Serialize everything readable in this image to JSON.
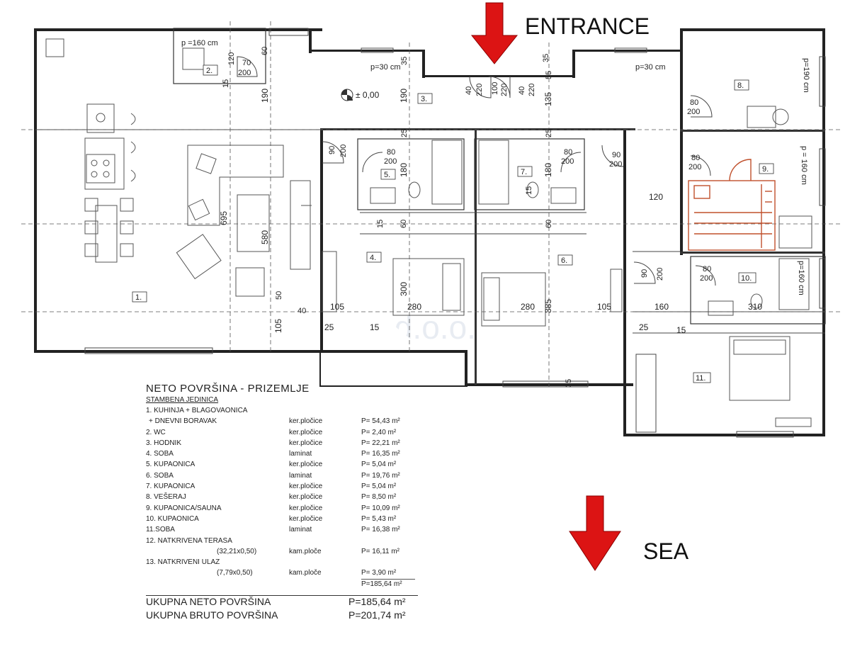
{
  "labels": {
    "entrance": "ENTRANCE",
    "sea": "SEA",
    "level": "± 0,00",
    "watermark": "Eternium d.o.o."
  },
  "rooms": [
    {
      "num": "1."
    },
    {
      "num": "2."
    },
    {
      "num": "3."
    },
    {
      "num": "4."
    },
    {
      "num": "5."
    },
    {
      "num": "6."
    },
    {
      "num": "7."
    },
    {
      "num": "8."
    },
    {
      "num": "9."
    },
    {
      "num": "10."
    },
    {
      "num": "11."
    }
  ],
  "dims": {
    "p160": "p =160 cm",
    "p30a": "p=30 cm",
    "p30b": "p=30 cm",
    "p190": "p=190 cm",
    "p160b": "p = 160 cm",
    "p160c": "p=160 cm",
    "d70": "70",
    "d200a": "200",
    "d120a": "120",
    "d60": "60",
    "d15a": "15",
    "d190a": "190",
    "d190b": "190",
    "d35a": "35",
    "d35b": "35",
    "d55": "55",
    "d40a": "40",
    "d220a": "220",
    "d100": "100",
    "d220b": "220",
    "d40b": "40",
    "d220c": "220",
    "d135": "135",
    "d25a": "25",
    "d25b": "25",
    "d90a": "90",
    "d200b": "200",
    "d80a": "80",
    "d200c": "200",
    "d80b": "80",
    "d200d": "200",
    "d90b": "90",
    "d200e": "200",
    "d80c": "80",
    "d200f": "200",
    "d80d": "80",
    "d200g": "200",
    "d180a": "180",
    "d180b": "180",
    "d15b": "15",
    "d15c": "15",
    "d60b": "60",
    "d60c": "60",
    "d695": "695",
    "d580": "580",
    "d120b": "120",
    "d300": "300",
    "d385": "385",
    "d280a": "280",
    "d280b": "280",
    "d105a": "105",
    "d105b": "105",
    "d105c": "105",
    "d160": "160",
    "d310": "310",
    "d50": "50",
    "d40c": "40",
    "d25c": "25",
    "d15d": "15",
    "d25d": "25",
    "d15e": "15",
    "d90c": "90",
    "d200h": "200",
    "d80e": "80",
    "d200i": "200",
    "d35c": "35"
  },
  "legend": {
    "title": "NETO  POVRŠINA -  PRIZEMLJE",
    "subtitle": "STAMBENA JEDINICA",
    "rows": [
      {
        "name": "1. KUHINJA + BLAGOVAONICA",
        "material": "",
        "area": "",
        "style": ""
      },
      {
        "name": "+ DNEVNI BORAVAK",
        "material": "ker.pločice",
        "area": "P=   54,43 m²",
        "style": "ind"
      },
      {
        "name": "2. WC",
        "material": "ker.pločice",
        "area": "P=     2,40 m²",
        "style": ""
      },
      {
        "name": "3. HODNIK",
        "material": "ker.pločice",
        "area": "P=   22,21 m²",
        "style": ""
      },
      {
        "name": "4. SOBA",
        "material": "laminat",
        "area": "P=   16,35 m²",
        "style": ""
      },
      {
        "name": "5. KUPAONICA",
        "material": "ker.pločice",
        "area": "P=     5,04 m²",
        "style": ""
      },
      {
        "name": "6. SOBA",
        "material": "laminat",
        "area": "P=   19,76 m²",
        "style": ""
      },
      {
        "name": "7. KUPAONICA",
        "material": "ker.pločice",
        "area": "P=     5,04 m²",
        "style": ""
      },
      {
        "name": "8. VEŠERAJ",
        "material": "ker.pločice",
        "area": "P=     8,50 m²",
        "style": ""
      },
      {
        "name": "9. KUPAONICA/SAUNA",
        "material": "ker.pločice",
        "area": "P=   10,09 m²",
        "style": ""
      },
      {
        "name": "10. KUPAONICA",
        "material": "ker.pločice",
        "area": "P=     5,43 m²",
        "style": ""
      },
      {
        "name": "11.SOBA",
        "material": "laminat",
        "area": "P=   16,38 m²",
        "style": ""
      },
      {
        "name": "12. NATKRIVENA TERASA",
        "material": "",
        "area": "",
        "style": ""
      },
      {
        "name": "(32,21x0,50)",
        "material": "kam.ploče",
        "area": "P=   16,11 m²",
        "style": "ind2"
      },
      {
        "name": "13. NATKRIVENI ULAZ",
        "material": "",
        "area": "",
        "style": ""
      },
      {
        "name": "(7,79x0,50)",
        "material": "kam.ploče",
        "area": "P=     3,90 m²",
        "style": "ind2"
      },
      {
        "name": "",
        "material": "",
        "area": "P=185,64 m²",
        "style": "sum"
      }
    ],
    "totals": [
      {
        "name": "UKUPNA NETO POVRŠINA",
        "area": "P=185,64 m²"
      },
      {
        "name": "UKUPNA BRUTO POVRŠINA",
        "area": "P=201,74 m²"
      }
    ]
  }
}
